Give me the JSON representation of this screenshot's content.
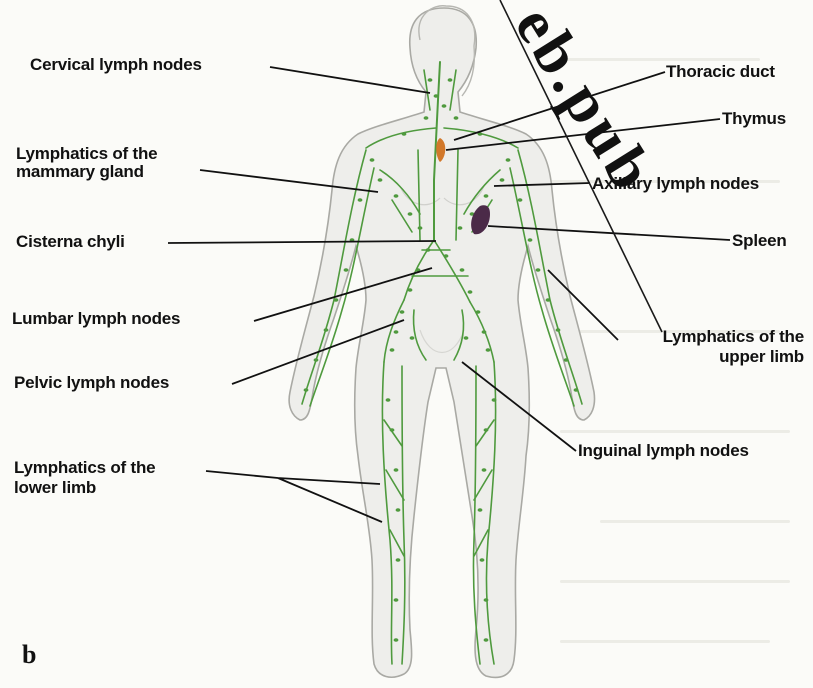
{
  "labels": {
    "cervical": "Cervical lymph nodes",
    "thoracic": "Thoracic duct",
    "thymus": "Thymus",
    "mammary_l1": "Lymphatics of the",
    "mammary_l2": "mammary gland",
    "axillary": "Axillary lymph nodes",
    "cisterna": "Cisterna chyli",
    "spleen": "Spleen",
    "lumbar": "Lumbar lymph nodes",
    "upper_l1": "Lymphatics of the",
    "upper_l2": "upper limb",
    "pelvic": "Pelvic lymph nodes",
    "inguinal": "Inguinal lymph nodes",
    "lower_l1": "Lymphatics of the",
    "lower_l2": "lower limb"
  },
  "panel_label": "b",
  "watermark": "eb.pub",
  "colors": {
    "body_fill": "#eeeeeb",
    "body_outline": "#a9a9a4",
    "lymph": "#4f9a3e",
    "thymus": "#d2782a",
    "spleen": "#4b2a48",
    "leader": "#111111"
  }
}
